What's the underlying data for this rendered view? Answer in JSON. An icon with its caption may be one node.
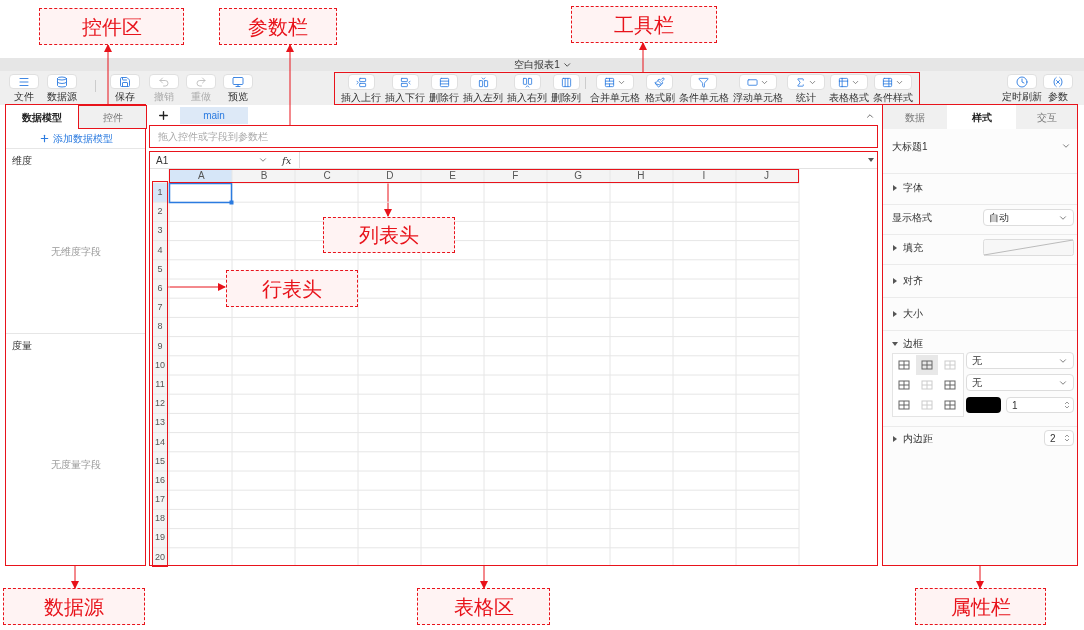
{
  "diagram": {
    "nodes": [
      {
        "text": [
          "控件区"
        ]
      },
      {
        "text": [
          "参数栏"
        ]
      },
      {
        "text": [
          "工具栏"
        ]
      },
      {
        "text": [
          "插入上行",
          "插入下行",
          "删除行",
          "插入左列",
          "插入右列",
          "删除列",
          "合并单元格",
          "格式刷",
          "条件单元格",
          "浮动单元格",
          "统计",
          "表格格式",
          "条件样式"
        ]
      },
      {
        "text": [
          "数据模型",
          "添加数据模型",
          "维度",
          "无维度字段",
          "度量",
          "无度量字段"
        ]
      },
      {
        "text": [
          "控件"
        ],
        "in": 4
      },
      {
        "text": [
          "拖入控件或字段到参数栏"
        ]
      },
      {
        "text": [
          "A1",
          "fx"
        ]
      },
      {
        "text": [
          "A",
          "B",
          "C",
          "D",
          "E",
          "F",
          "G",
          "H",
          "I",
          "J"
        ],
        "in": 7
      },
      {
        "text": [
          "1",
          "2",
          "3",
          "4",
          "5",
          "6",
          "7",
          "8",
          "9",
          "10",
          "11",
          "12",
          "13",
          "14",
          "15",
          "16",
          "17",
          "18",
          "19",
          "20"
        ],
        "in": 7
      },
      {
        "text": [
          "列表头"
        ],
        "in": 7
      },
      {
        "text": [
          "行表头"
        ],
        "in": 7
      },
      {
        "text": [
          "数据",
          "样式",
          "交互",
          "大标题1",
          "字体",
          "显示格式",
          "自动",
          "填充",
          "对齐",
          "大小",
          "边框",
          "无",
          "无",
          "1",
          "内边距",
          "2"
        ]
      },
      {
        "text": [
          "数据源"
        ]
      },
      {
        "text": [
          "表格区"
        ]
      },
      {
        "text": [
          "属性栏"
        ]
      }
    ],
    "edges": [
      {
        "from": 5,
        "to": 0,
        "arrow": "to"
      },
      {
        "from": 6,
        "to": 1,
        "arrow": "to"
      },
      {
        "from": 3,
        "to": 2,
        "arrow": "to"
      },
      {
        "from": 8,
        "to": 10,
        "arrow": "to"
      },
      {
        "from": 9,
        "to": 11,
        "arrow": "to"
      },
      {
        "from": 4,
        "to": 13,
        "arrow": "to"
      },
      {
        "from": 7,
        "to": 14,
        "arrow": "to"
      },
      {
        "from": 12,
        "to": 15,
        "arrow": "to"
      }
    ],
    "labels": [
      "空白报表1",
      "文件",
      "数据源",
      "保存",
      "撤销",
      "重做",
      "预览",
      "定时刷新",
      "参数",
      "main"
    ]
  }
}
